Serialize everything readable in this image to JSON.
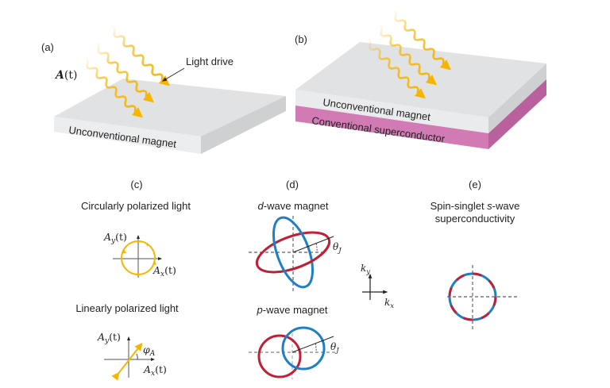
{
  "figure": {
    "panel_a": {
      "label": "(a)",
      "field_symbol": "A(t)",
      "field_main": "A",
      "field_arg": "(t)",
      "annotation": "Light drive",
      "slab_label": "Unconventional magnet"
    },
    "panel_b": {
      "label": "(b)",
      "top_layer_label": "Unconventional magnet",
      "bottom_layer_label": "Conventional superconductor"
    },
    "panel_c": {
      "label": "(c)",
      "circular_title": "Circularly polarized light",
      "linear_title": "Linearly polarized light",
      "ay_label_main": "A",
      "ay_label_sub": "y",
      "ax_label_main": "A",
      "ax_label_sub": "x",
      "arg": "(t)",
      "phi_main": "φ",
      "phi_sub": "A"
    },
    "panel_d": {
      "label": "(d)",
      "dwave_title_italic": "d",
      "dwave_title_rest": "-wave magnet",
      "pwave_title_italic": "p",
      "pwave_title_rest": "-wave magnet",
      "theta_main": "θ",
      "theta_sub": "J"
    },
    "axes_legend": {
      "ky_main": "k",
      "ky_sub": "y",
      "kx_main": "k",
      "kx_sub": "x"
    },
    "panel_e": {
      "label": "(e)",
      "title_line1_a": "Spin-singlet ",
      "title_line1_italic": "s",
      "title_line1_b": "-wave",
      "title_line2": "superconductivity"
    },
    "colors": {
      "light": "#f7b500",
      "spin_up": "#c01f35",
      "spin_down": "#1f7fc4",
      "magnet_top": "#e1e2e3",
      "magnet_front": "#eaebec",
      "magnet_side": "#cfd0d1",
      "superconductor_front": "#d17ab4",
      "superconductor_side": "#b8619c"
    }
  }
}
